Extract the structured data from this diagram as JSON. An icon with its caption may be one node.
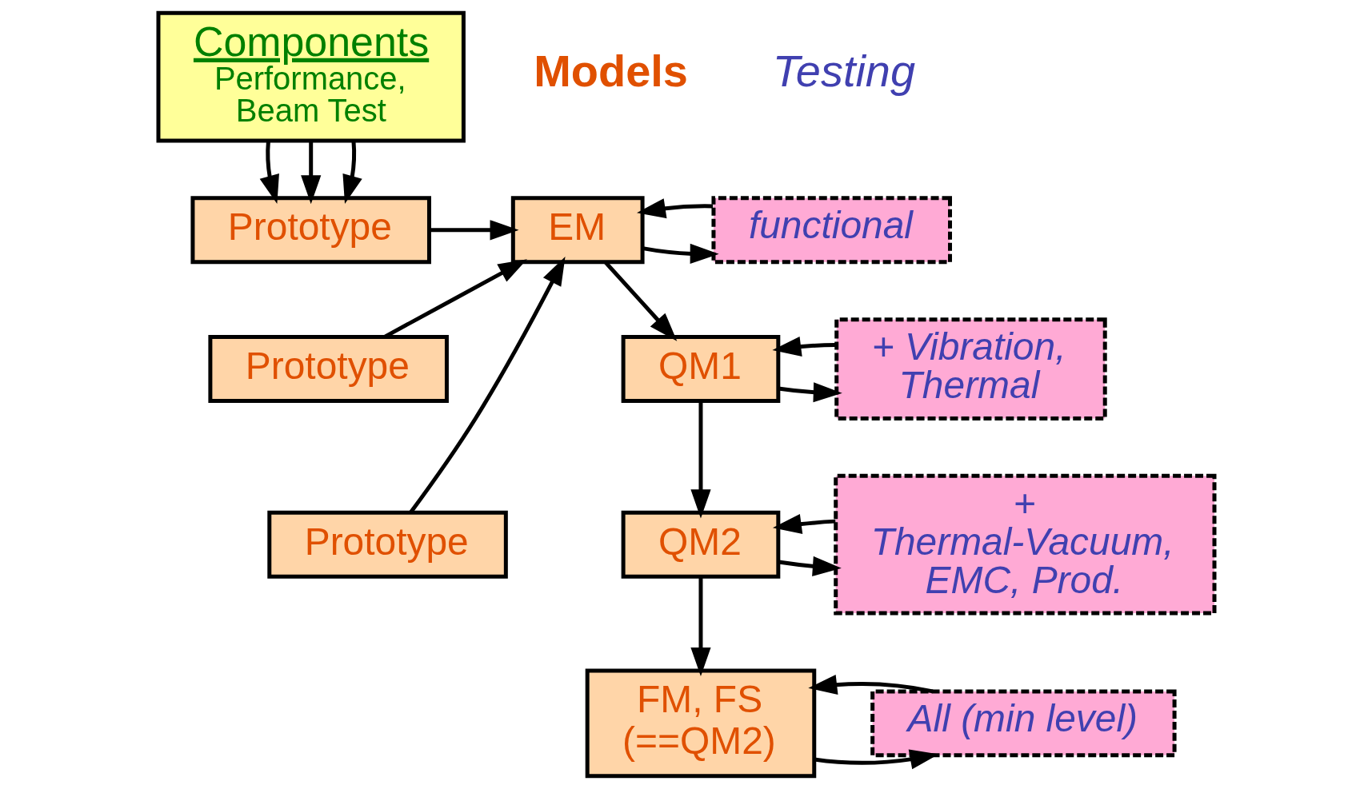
{
  "diagram": {
    "nodes": [
      {
        "text": [
          "Components",
          "Performance, Beam Test"
        ]
      },
      {
        "text": [
          "Prototype"
        ]
      },
      {
        "text": [
          "Prototype"
        ]
      },
      {
        "text": [
          "Prototype"
        ]
      },
      {
        "text": [
          "EM"
        ]
      },
      {
        "text": [
          "QM1"
        ]
      },
      {
        "text": [
          "QM2"
        ]
      },
      {
        "text": [
          "FM, FS (==QM2)"
        ]
      },
      {
        "text": [
          "functional"
        ]
      },
      {
        "text": [
          "+ Vibration, Thermal"
        ]
      },
      {
        "text": [
          "+ Thermal-Vacuum, EMC, Prod."
        ]
      },
      {
        "text": [
          "All (min level)"
        ]
      }
    ],
    "edges": [
      {
        "from": 0,
        "to": 1,
        "arrow": "to"
      },
      {
        "from": 0,
        "to": 1,
        "arrow": "to"
      },
      {
        "from": 0,
        "to": 1,
        "arrow": "to"
      },
      {
        "from": 1,
        "to": 4,
        "arrow": "to"
      },
      {
        "from": 2,
        "to": 4,
        "arrow": "to"
      },
      {
        "from": 3,
        "to": 4,
        "arrow": "to"
      },
      {
        "from": 4,
        "to": 8,
        "arrow": "to"
      },
      {
        "from": 8,
        "to": 4,
        "arrow": "to"
      },
      {
        "from": 4,
        "to": 5,
        "arrow": "to"
      },
      {
        "from": 5,
        "to": 9,
        "arrow": "to"
      },
      {
        "from": 9,
        "to": 5,
        "arrow": "to"
      },
      {
        "from": 5,
        "to": 6,
        "arrow": "to"
      },
      {
        "from": 6,
        "to": 10,
        "arrow": "to"
      },
      {
        "from": 10,
        "to": 6,
        "arrow": "to"
      },
      {
        "from": 6,
        "to": 7,
        "arrow": "to"
      },
      {
        "from": 7,
        "to": 11,
        "arrow": "to"
      },
      {
        "from": 11,
        "to": 7,
        "arrow": "to"
      }
    ],
    "labels": [
      "Models",
      "Testing"
    ]
  }
}
